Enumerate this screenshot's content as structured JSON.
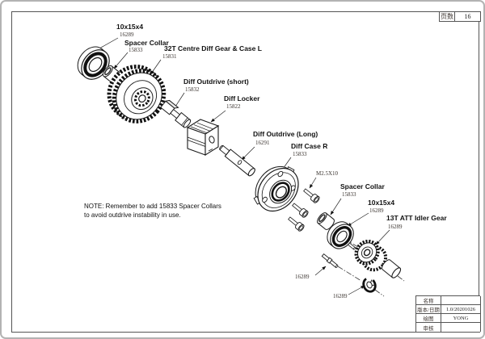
{
  "window": {
    "page_label": "页数",
    "page_number": "16"
  },
  "title_block": {
    "rows": [
      {
        "label": "名称",
        "value": ""
      },
      {
        "label": "版本/日期",
        "value": "1.0/20201026"
      },
      {
        "label": "绘图",
        "value": "YONG"
      },
      {
        "label": "审核",
        "value": ""
      }
    ]
  },
  "note": {
    "line1": "NOTE: Remember to add 15833 Spacer Collars",
    "line2": "to avoid outdrive instability in use."
  },
  "labels": [
    {
      "name": "10x15x4",
      "num": "16289"
    },
    {
      "name": "Spacer Collar",
      "num": "15833"
    },
    {
      "name": "32T Centre Diff Gear & Case L",
      "num": "15831"
    },
    {
      "name": "Diff Outdrive (short)",
      "num": "15832"
    },
    {
      "name": "Diff Locker",
      "num": "15822"
    },
    {
      "name": "Diff Outdrive (Long)",
      "num": "16291"
    },
    {
      "name": "Diff Case R",
      "num": "15833"
    },
    {
      "name": "M2.5X10",
      "num": ""
    },
    {
      "name": "Spacer Collar",
      "num": "15833"
    },
    {
      "name": "10x15x4",
      "num": "16289"
    },
    {
      "name": "13T ATT Idler Gear",
      "num": "16289"
    },
    {
      "name": "",
      "num": "16289"
    },
    {
      "name": "",
      "num": "16289"
    }
  ],
  "colors": {
    "line": "#1a1a1a",
    "frame": "#555555",
    "accent": "#3c3430"
  }
}
